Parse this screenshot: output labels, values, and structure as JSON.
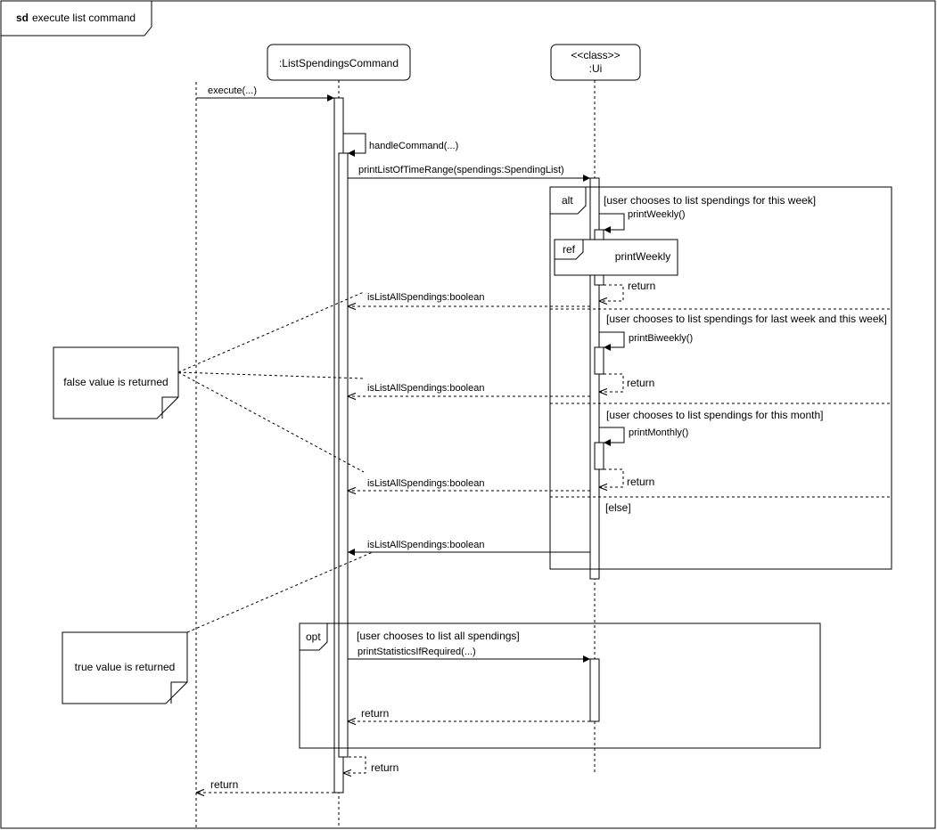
{
  "frame": {
    "keyword": "sd",
    "title": "execute list command"
  },
  "participants": {
    "command": {
      "name": ":ListSpendingsCommand"
    },
    "ui": {
      "stereotype": "<<class>>",
      "name": ":Ui"
    }
  },
  "messages": {
    "execute": "execute(...)",
    "handle_command": "handleCommand(...)",
    "print_list": "printListOfTimeRange(spendings:SpendingList)",
    "print_weekly": "printWeekly()",
    "weekly_return": "return",
    "weekly_result": "isListAllSpendings:boolean",
    "print_biweekly": "printBiweekly()",
    "biweekly_return": "return",
    "biweekly_result": "isListAllSpendings:boolean",
    "print_monthly": "printMonthly()",
    "monthly_return": "return",
    "monthly_result": "isListAllSpendings:boolean",
    "else_result": "isListAllSpendings:boolean",
    "print_statistics": "printStatisticsIfRequired(...)",
    "statistics_return": "return",
    "handle_return": "return",
    "execute_return": "return"
  },
  "alt_fragment": {
    "operator": "alt",
    "guards": [
      "[user chooses to list spendings for this week]",
      "[user chooses to list spendings for last week and this week]",
      "[user chooses to list spendings for this month]",
      "[else]"
    ]
  },
  "ref_fragment": {
    "operator": "ref",
    "name": "printWeekly"
  },
  "opt_fragment": {
    "operator": "opt",
    "guard": "[user chooses to list all spendings]"
  },
  "notes": {
    "false_note": "false value is returned",
    "true_note": "true value is returned"
  }
}
